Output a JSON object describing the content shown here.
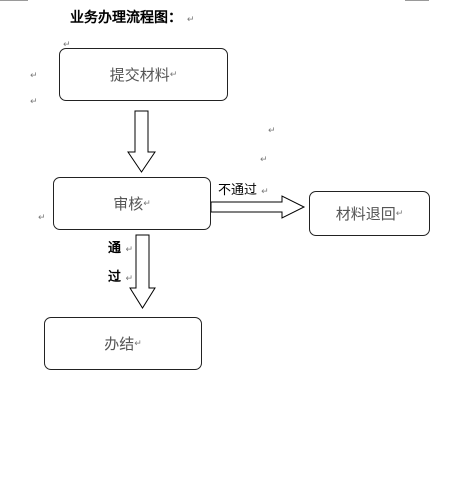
{
  "title": "业务办理流程图：",
  "return_mark": "↵",
  "nodes": {
    "submit": "提交材料",
    "review": "审核",
    "reject": "材料退回",
    "finish": "办结"
  },
  "edges": {
    "fail_label": "不通过",
    "pass_label_line1": "通",
    "pass_label_line2": "过"
  }
}
